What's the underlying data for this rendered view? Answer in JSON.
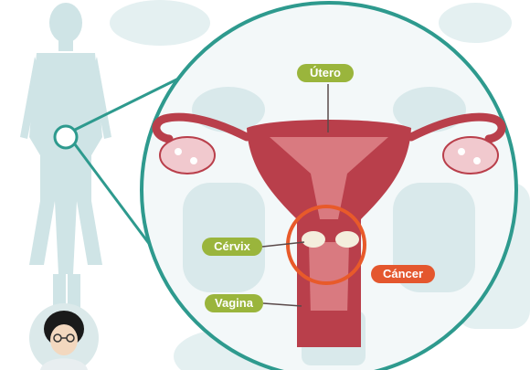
{
  "labels": {
    "utero": "Útero",
    "cervix": "Cérvix",
    "vagina": "Vagina",
    "cancer": "Cáncer"
  },
  "colors": {
    "label_green": "#9ab53c",
    "label_red": "#e4572e",
    "organ": "#b93f4b",
    "organ_light": "#d97a80",
    "ring_teal": "#2e9a8e",
    "silhouette": "#cfe4e6",
    "cancer_ring": "#e85a2a"
  },
  "icons": [
    "female-silhouette-icon",
    "doctor-avatar-icon",
    "uterus-icon",
    "ovary-icon",
    "magnifier-circle-icon"
  ]
}
